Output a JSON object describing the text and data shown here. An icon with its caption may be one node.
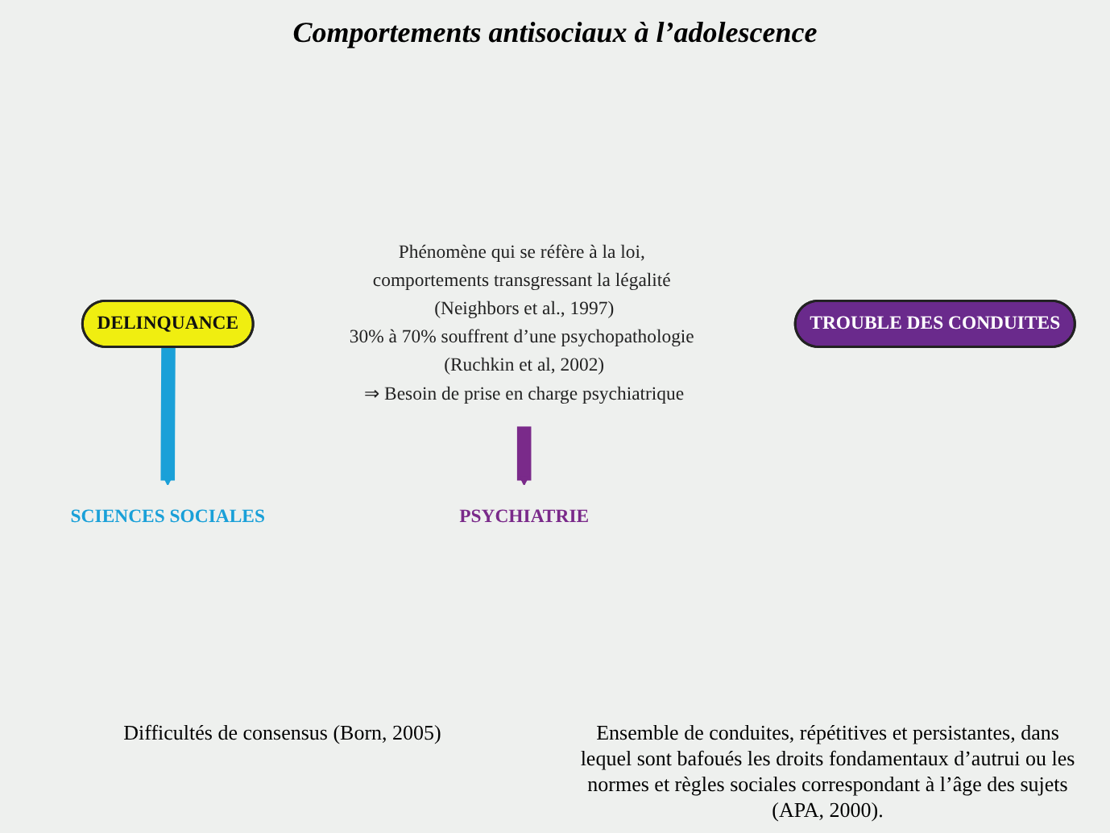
{
  "diagram": {
    "title": "Comportements antisociaux à l’adolescence",
    "nodes": [
      {
        "text": [
          "DELINQUANCE"
        ]
      },
      {
        "text": [
          "Phénomène qui se réfère à la loi, comportements transgressant la légalité (Neighbors et al., 1997)",
          "30% à 70% souffrent d’une psychopathologie (Ruchkin et al, 2002)",
          "⇒ Besoin de prise en charge psychiatrique"
        ]
      },
      {
        "text": [
          "SCIENCES SOCIALES"
        ]
      },
      {
        "text": [
          "PSYCHIATRIE"
        ]
      },
      {
        "text": [
          "TROUBLE DES CONDUITES"
        ]
      }
    ],
    "edges": [
      {
        "from": 0,
        "to": 2,
        "arrow": "to",
        "color": "#1aa0d8"
      },
      {
        "from": 1,
        "to": 3,
        "arrow": "to",
        "color": "#7a2a8a"
      }
    ],
    "labels": [
      "Difficultés de consensus (Born, 2005)",
      "Ensemble de conduites, répétitives et persistantes, dans lequel sont bafoués les droits fondamentaux d’autrui ou les normes et règles sociales correspondant à l’âge des sujets (APA, 2000)."
    ]
  }
}
